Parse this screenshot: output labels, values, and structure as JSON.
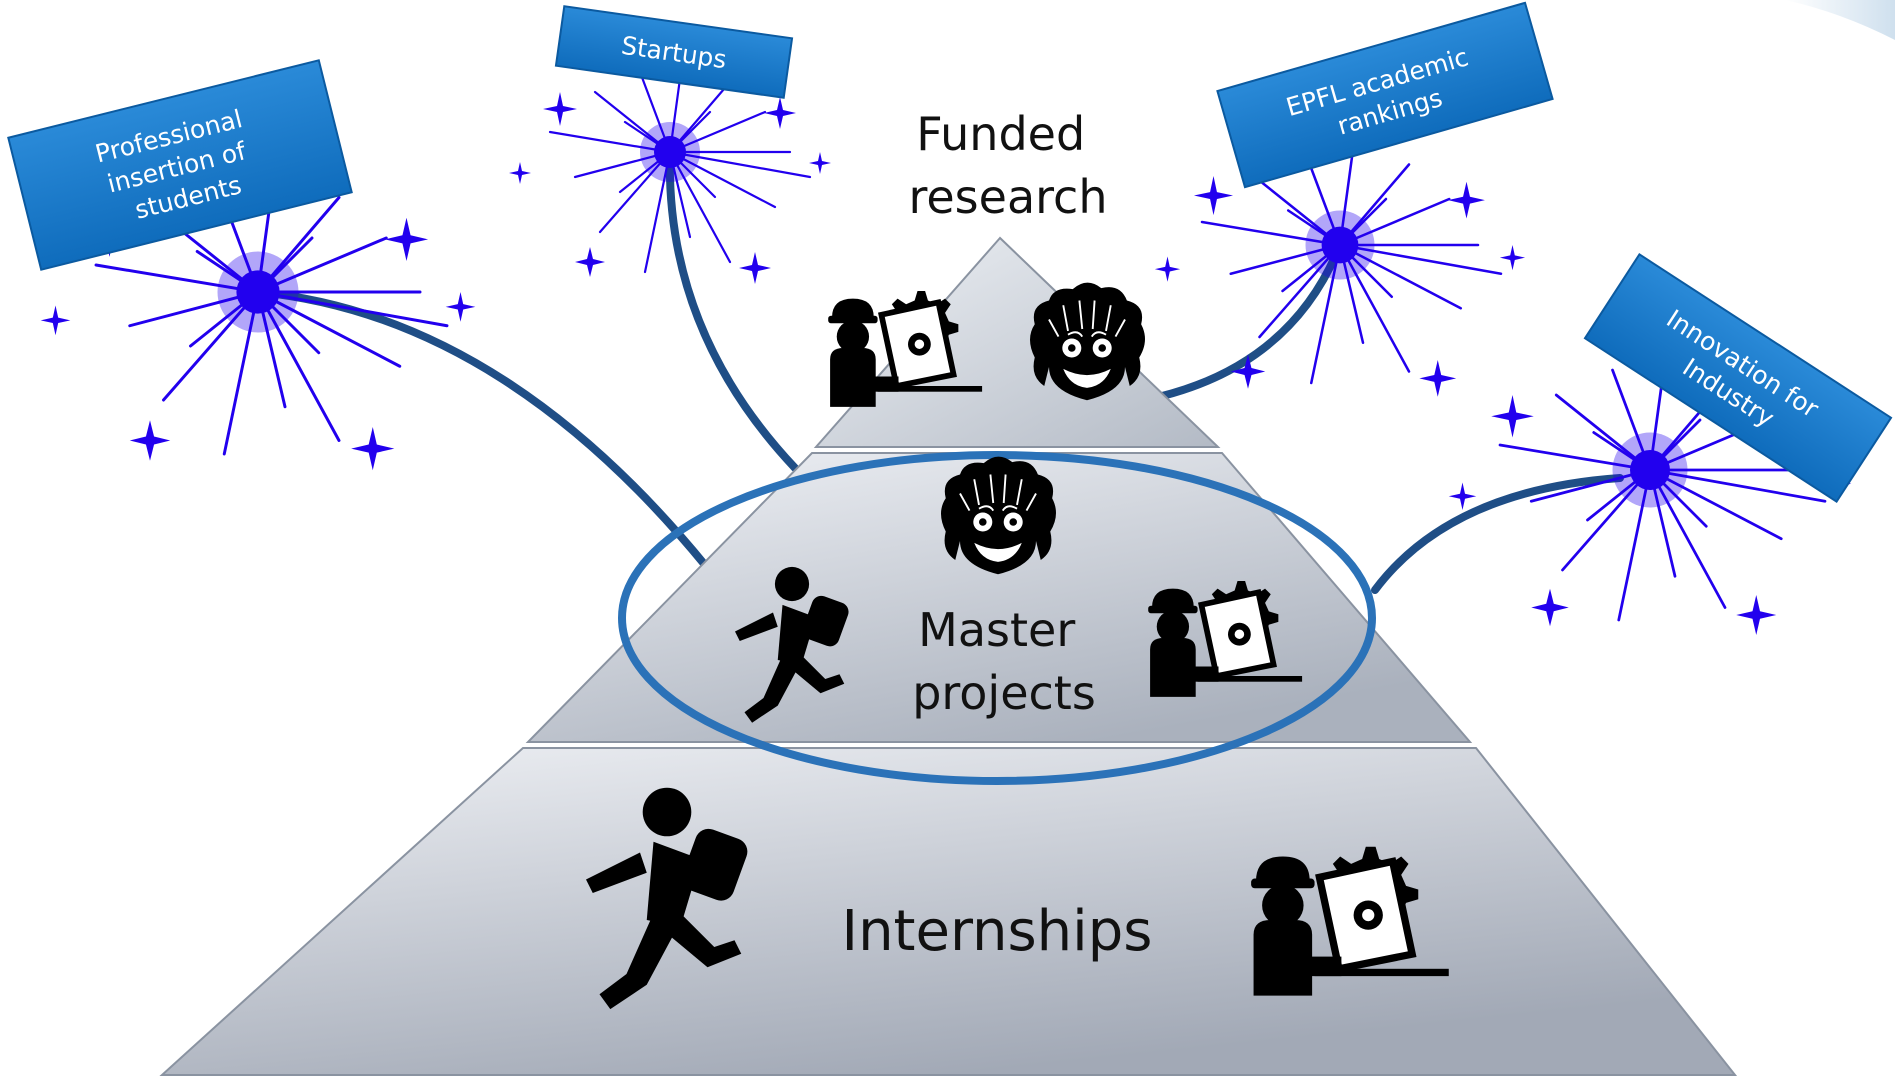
{
  "colors": {
    "accent_blue": "#1177cc",
    "spark": "#2200ee",
    "connector": "#1f4e86",
    "ellipse": "#2b72b8",
    "pyramid_light": "#e9ecf1",
    "pyramid_dark": "#9aa2af",
    "icon": "#000000"
  },
  "pyramid": {
    "top_label_line1": "Funded",
    "top_label_line2": "research",
    "middle_label_line1": "Master",
    "middle_label_line2": "projects",
    "bottom_label": "Internships"
  },
  "outcomes": {
    "professional": {
      "line1": "Professional",
      "line2": "insertion of",
      "line3": "students"
    },
    "startups": {
      "line1": "Startups"
    },
    "rankings": {
      "line1": "EPFL academic",
      "line2": "rankings"
    },
    "innovation": {
      "line1": "Innovation for",
      "line2": "Industry"
    }
  },
  "icons": {
    "engineer": "engineer-with-laptop-gear-icon",
    "professor": "professor-face-icon",
    "student": "running-student-icon"
  }
}
